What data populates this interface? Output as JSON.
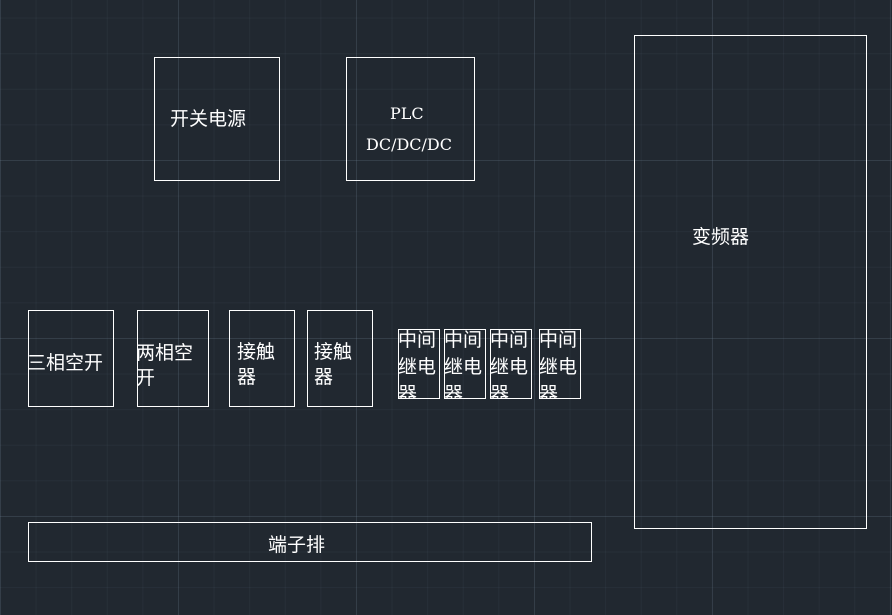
{
  "components": {
    "switch_power": "开关电源",
    "plc_line1": "PLC",
    "plc_line2": "DC/DC/DC",
    "vfd": "变频器",
    "three_phase_breaker": "三相空开",
    "two_phase_breaker": "两相空开",
    "contactor_1": "接触器",
    "contactor_2": "接触器",
    "relay_1": "中间继电器",
    "relay_2": "中间继电器",
    "relay_3": "中间继电器",
    "relay_4": "中间继电器",
    "terminal_block": "端子排"
  }
}
